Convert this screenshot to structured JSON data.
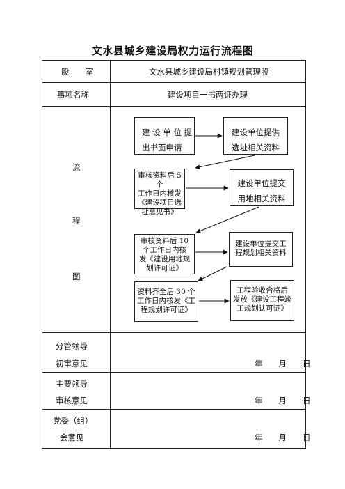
{
  "title": "文水县城乡建设局权力运行流程图",
  "rows": {
    "dept_label": "股　　室",
    "dept_value": "文水县城乡建设局村镇规划管理股",
    "item_label": "事项名称",
    "item_value": "建设项目一书两证办理",
    "flow_label": [
      "流",
      "程",
      "图"
    ],
    "opinions": [
      {
        "label": [
          "分管领导",
          "初审意见"
        ],
        "date": "年　　月　　日"
      },
      {
        "label": [
          "主要领导",
          "审核意见"
        ],
        "date": "年　　月　　日"
      },
      {
        "label": [
          "党委（组）",
          "会意见"
        ],
        "date": "年　　月　　日"
      }
    ]
  },
  "flow": {
    "b1": [
      "建 设 单 位 提",
      "出书面申请"
    ],
    "b2": [
      "建设单位提供",
      "选址相关资料"
    ],
    "b3": [
      "审核资料后 5 个",
      "工作日内核发",
      "《建设项目选",
      "址意见书》"
    ],
    "b4": [
      "建设单位提交",
      "用地相关资料"
    ],
    "b5": [
      "审核资料后 10",
      "个工作日内核",
      "发《建设用地规",
      "划许可证》"
    ],
    "b6": [
      "建设单位提交工",
      "程规划相关资料"
    ],
    "b7": [
      "资料齐全后 30 个",
      "工作日内核发《工",
      "程规划许可证》"
    ],
    "b8": [
      "工程验收合格后",
      "发放《建设工程竣",
      "工规划认可证》"
    ]
  }
}
